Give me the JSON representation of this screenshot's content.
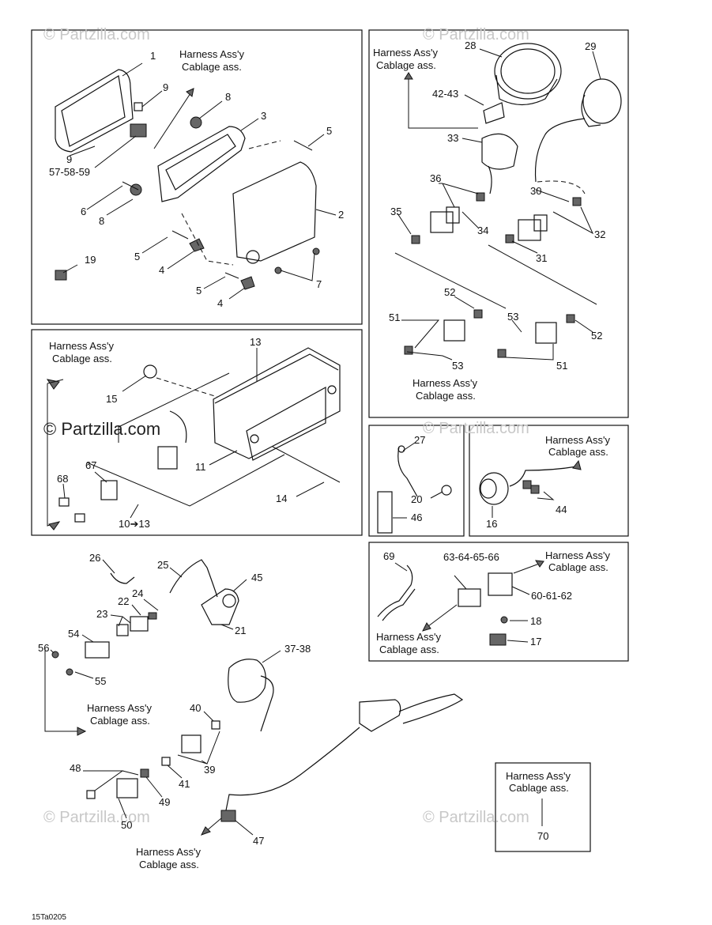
{
  "harness_label_line1": "Harness Ass'y",
  "harness_label_line2": "Cablage ass.",
  "watermark": "© Partzilla.com",
  "drawing_code": "15Ta0205",
  "callouts": {
    "c1": "1",
    "c2": "2",
    "c3": "3",
    "c4a": "4",
    "c4b": "4",
    "c5a": "5",
    "c5b": "5",
    "c5c": "5",
    "c6": "6",
    "c7": "7",
    "c8a": "8",
    "c8b": "8",
    "c9a": "9",
    "c9b": "9",
    "c575859": "57-58-59",
    "c19": "19",
    "c28": "28",
    "c29": "29",
    "c4243": "42-43",
    "c33": "33",
    "c36": "36",
    "c35": "35",
    "c34": "34",
    "c30": "30",
    "c32": "32",
    "c31": "31",
    "c52a": "52",
    "c52b": "52",
    "c51a": "51",
    "c51b": "51",
    "c53a": "53",
    "c53b": "53",
    "c13": "13",
    "c15": "15",
    "c11": "11",
    "c14": "14",
    "c67": "67",
    "c68": "68",
    "c1013": "10➔13",
    "c27": "27",
    "c20": "20",
    "c46": "46",
    "c16": "16",
    "c44": "44",
    "c69": "69",
    "c63666": "63-64-65-66",
    "c606162": "60-61-62",
    "c18": "18",
    "c17": "17",
    "c26": "26",
    "c25": "25",
    "c45": "45",
    "c24": "24",
    "c22": "22",
    "c23": "23",
    "c21": "21",
    "c54": "54",
    "c56": "56",
    "c55": "55",
    "c3738": "37-38",
    "c40": "40",
    "c39": "39",
    "c41": "41",
    "c48": "48",
    "c49": "49",
    "c50": "50",
    "c47": "47",
    "c70": "70"
  }
}
